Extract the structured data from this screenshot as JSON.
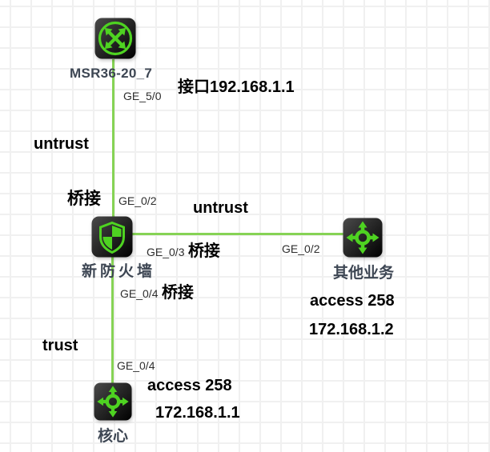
{
  "topology": {
    "nodes": [
      {
        "name": "MSR36-20_7",
        "type": "router"
      },
      {
        "name": "新防火墙",
        "type": "firewall"
      },
      {
        "name": "其他业务",
        "type": "switch"
      },
      {
        "name": "核心",
        "type": "switch"
      }
    ],
    "port_labels": {
      "router_ge50": "GE_5/0",
      "fw_ge02": "GE_0/2",
      "fw_ge03": "GE_0/3",
      "fw_ge04": "GE_0/4",
      "other_ge02": "GE_0/2",
      "core_ge04": "GE_0/4"
    },
    "annotations": {
      "interface_ip": "接口192.168.1.1",
      "untrust_top": "untrust",
      "bridge_top": "桥接",
      "untrust_mid": "untrust",
      "bridge_mid": "桥接",
      "bridge_bottom": "桥接",
      "trust": "trust",
      "access_other": "access 258",
      "ip_other": "172.168.1.2",
      "access_core": "access 258",
      "ip_core": "172.168.1.1"
    },
    "links": [
      {
        "from": "MSR36-20_7:GE_5/0",
        "to": "新防火墙:GE_0/2"
      },
      {
        "from": "新防火墙:GE_0/3",
        "to": "其他业务:GE_0/2"
      },
      {
        "from": "新防火墙:GE_0/4",
        "to": "核心:GE_0/4"
      }
    ]
  },
  "colors": {
    "icon_green": "#4ed321",
    "link_green": "#86d355",
    "grid": "#f0f0f0",
    "device_label": "#3d4653",
    "annotation": "#000000"
  }
}
